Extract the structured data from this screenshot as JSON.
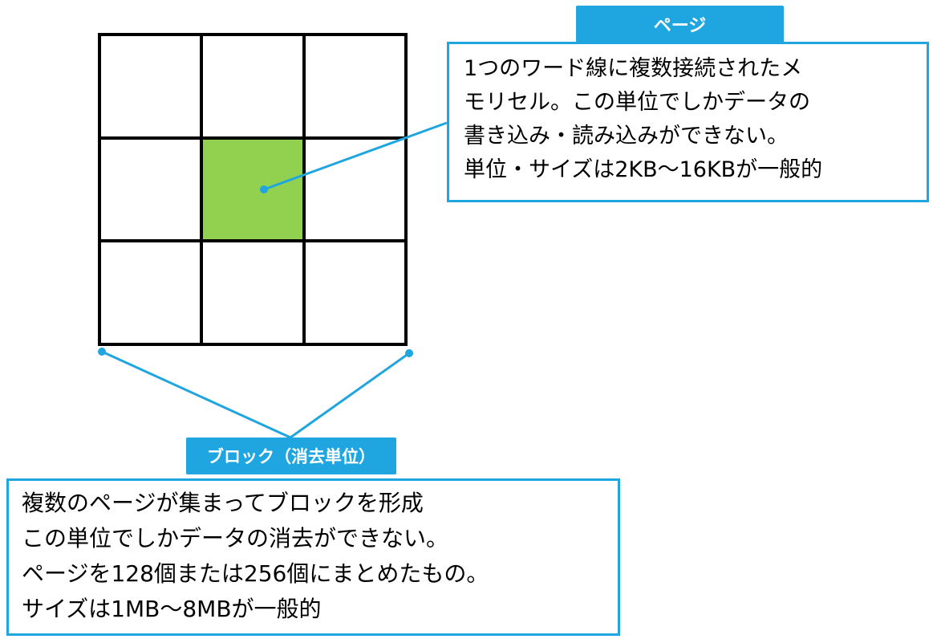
{
  "diagram": {
    "page_tag": "ページ",
    "page_desc": [
      "1つのワード線に複数接続されたメ",
      "モリセル。この単位でしかデータの",
      "書き込み・読み込みができない。",
      "単位・サイズは2KB～16KBが一般的"
    ],
    "block_tag": "ブロック（消去単位）",
    "block_desc": [
      "複数のページが集まってブロックを形成",
      "この単位でしかデータの消去ができない。",
      "ページを128個または256個にまとめたもの。",
      "サイズは1MB～8MBが一般的"
    ],
    "grid": {
      "rows": 3,
      "cols": 3,
      "highlight_cell": "row 2, col 2",
      "highlight_color": "#92d050"
    },
    "colors": {
      "accent": "#1fa5e0",
      "grid_line": "#000000"
    }
  }
}
